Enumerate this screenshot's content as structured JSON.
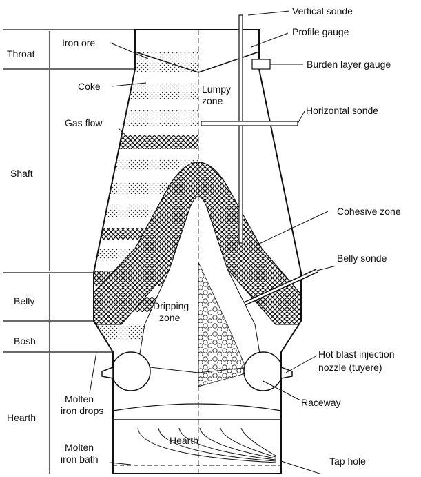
{
  "zones": {
    "throat": "Throat",
    "shaft": "Shaft",
    "belly": "Belly",
    "bosh": "Bosh",
    "hearth": "Hearth"
  },
  "left_labels": {
    "iron_ore": "Iron ore",
    "coke": "Coke",
    "gas_flow": "Gas flow",
    "molten_iron_drops_1": "Molten",
    "molten_iron_drops_2": "iron drops",
    "molten_iron_bath_1": "Molten",
    "molten_iron_bath_2": "iron bath"
  },
  "inner_labels": {
    "lumpy_zone_1": "Lumpy",
    "lumpy_zone_2": "zone",
    "dripping_zone_1": "Dripping",
    "dripping_zone_2": "zone",
    "hearth": "Hearth"
  },
  "right_labels": {
    "vertical_sonde": "Vertical sonde",
    "profile_gauge": "Profile gauge",
    "burden_layer_gauge": "Burden layer gauge",
    "horizontal_sonde": "Horizontal sonde",
    "cohesive_zone": "Cohesive zone",
    "belly_sonde": "Belly sonde",
    "tuyere_1": "Hot blast injection",
    "tuyere_2": "nozzle (tuyere)",
    "raceway": "Raceway",
    "tap_hole": "Tap hole"
  }
}
